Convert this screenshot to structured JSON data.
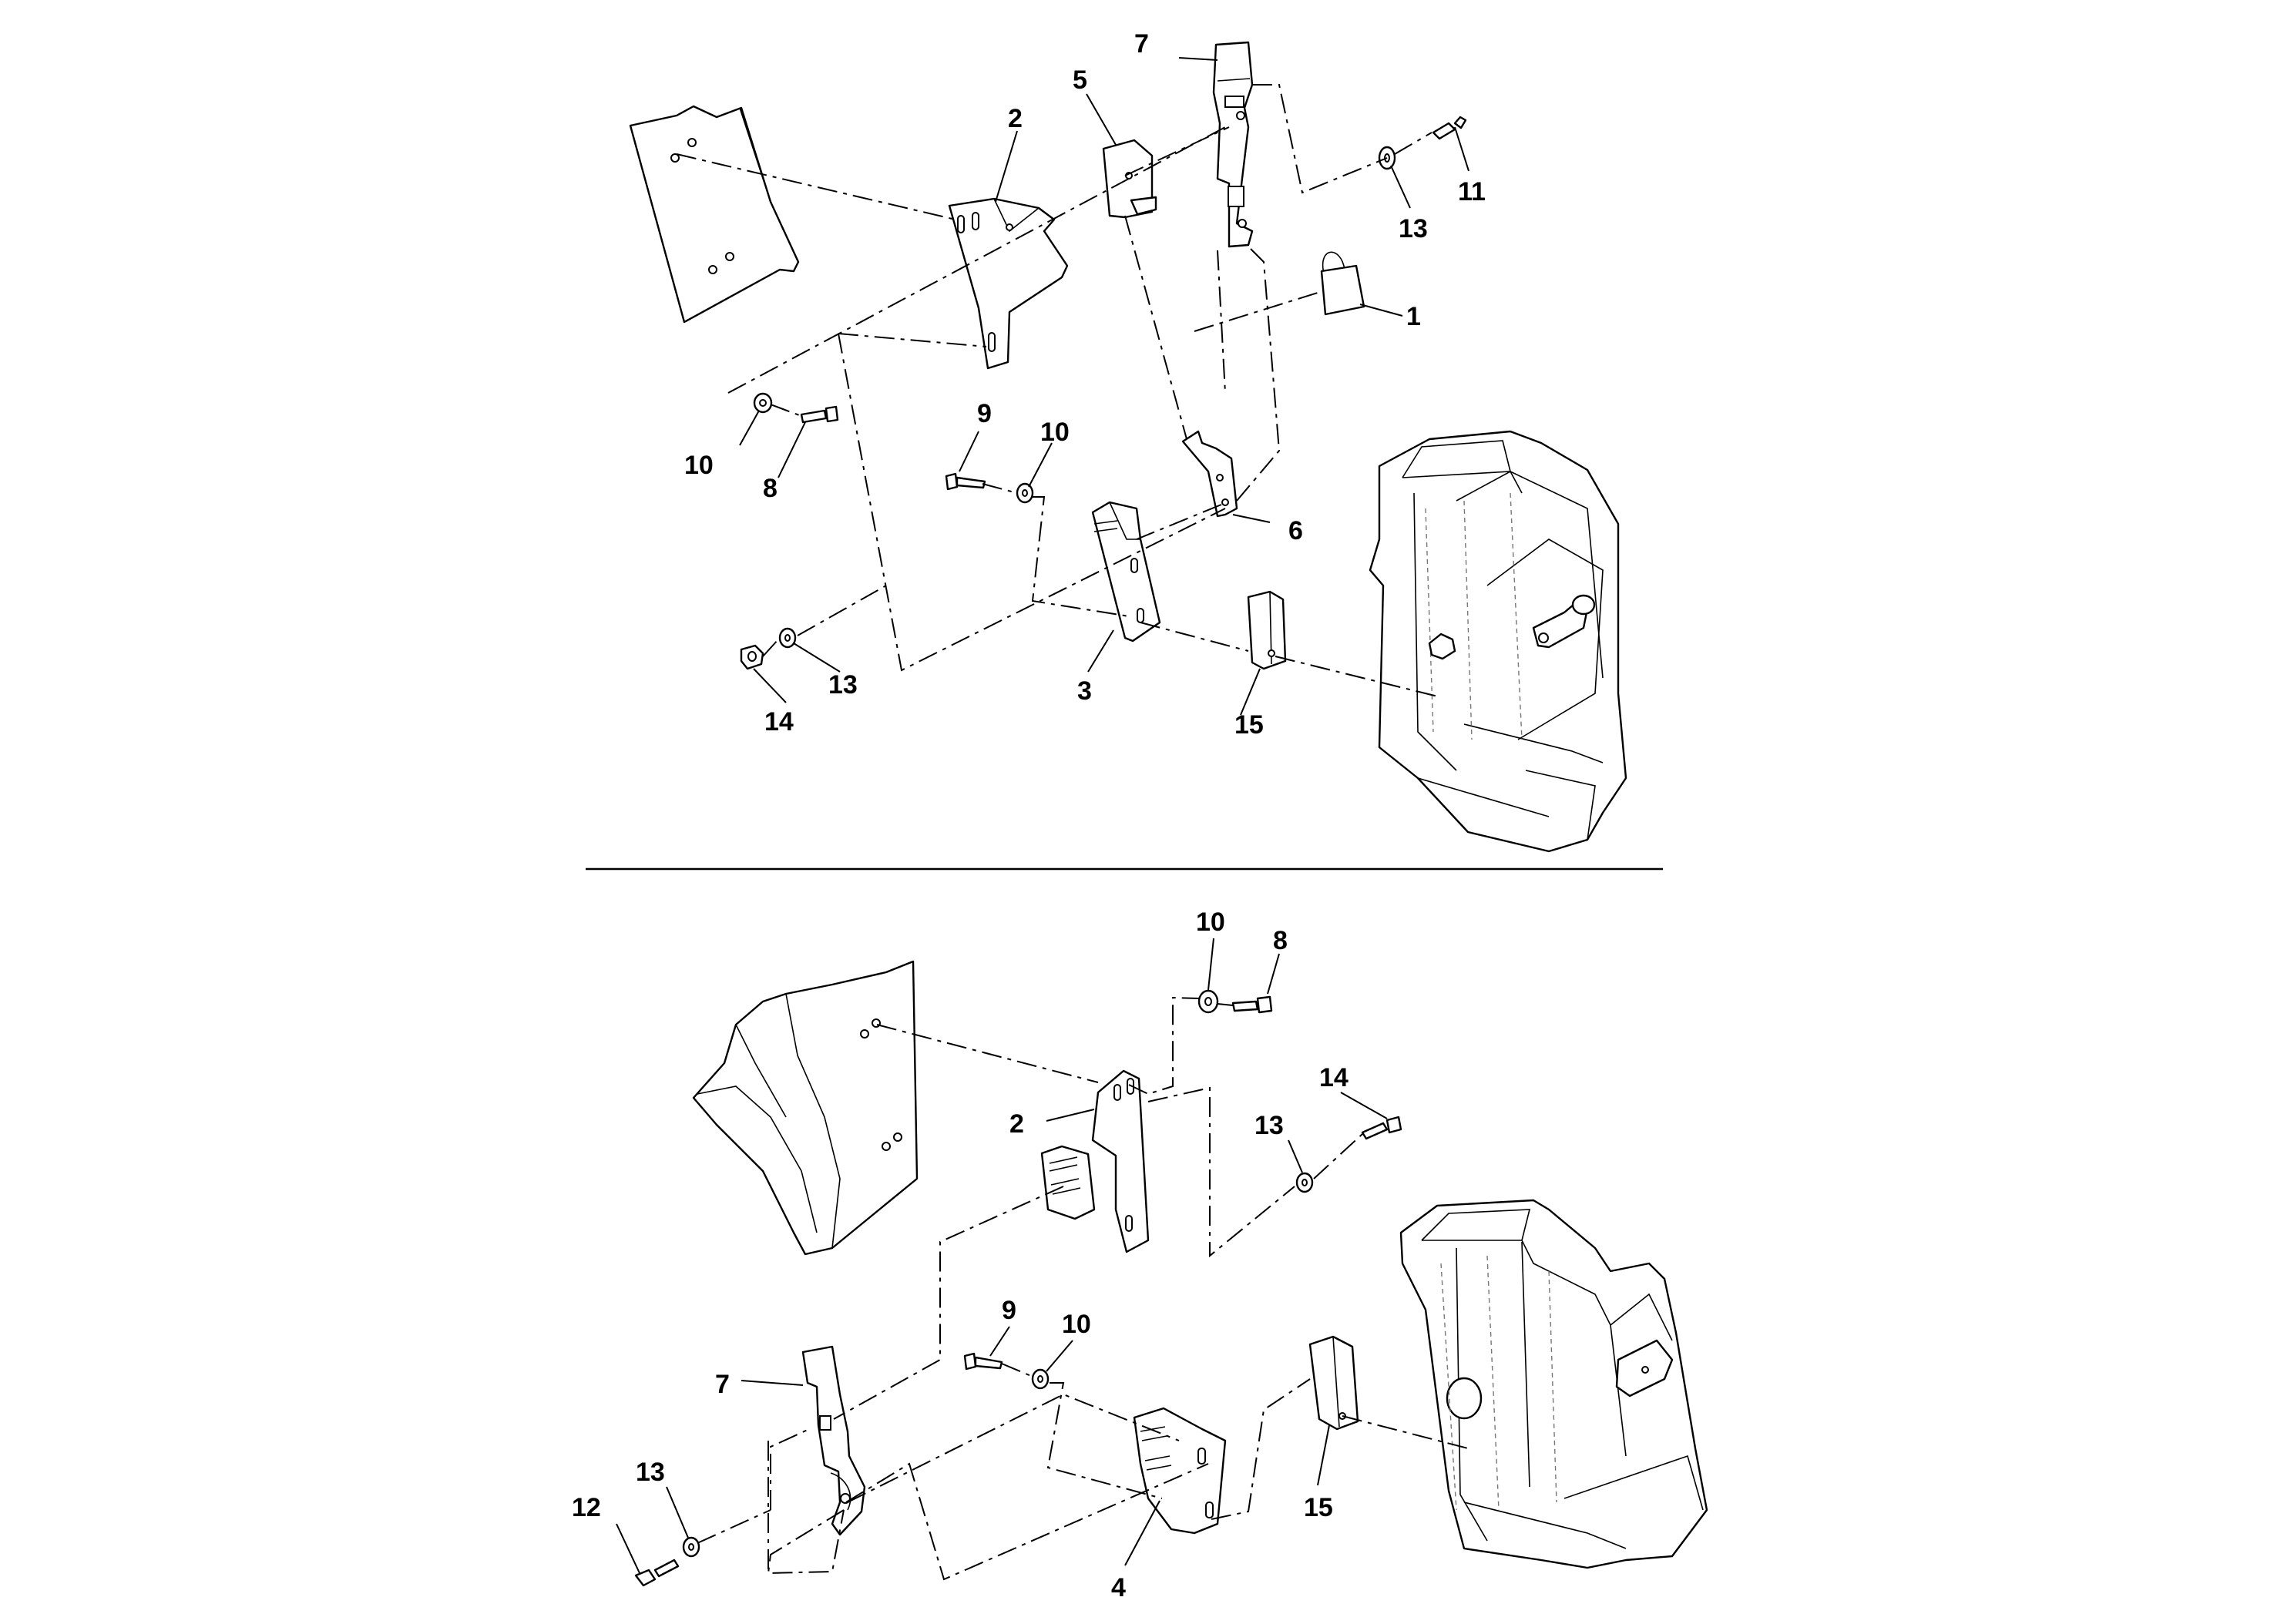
{
  "upper_view": {
    "callouts": [
      {
        "id": "u1",
        "text": "1"
      },
      {
        "id": "u2",
        "text": "2"
      },
      {
        "id": "u3",
        "text": "3"
      },
      {
        "id": "u5",
        "text": "5"
      },
      {
        "id": "u6",
        "text": "6"
      },
      {
        "id": "u7",
        "text": "7"
      },
      {
        "id": "u8",
        "text": "8"
      },
      {
        "id": "u9",
        "text": "9"
      },
      {
        "id": "u10a",
        "text": "10"
      },
      {
        "id": "u10b",
        "text": "10"
      },
      {
        "id": "u11",
        "text": "11"
      },
      {
        "id": "u13a",
        "text": "13"
      },
      {
        "id": "u13b",
        "text": "13"
      },
      {
        "id": "u14",
        "text": "14"
      },
      {
        "id": "u15",
        "text": "15"
      }
    ]
  },
  "lower_view": {
    "callouts": [
      {
        "id": "l2",
        "text": "2"
      },
      {
        "id": "l4",
        "text": "4"
      },
      {
        "id": "l7",
        "text": "7"
      },
      {
        "id": "l8",
        "text": "8"
      },
      {
        "id": "l9",
        "text": "9"
      },
      {
        "id": "l10a",
        "text": "10"
      },
      {
        "id": "l10b",
        "text": "10"
      },
      {
        "id": "l12",
        "text": "12"
      },
      {
        "id": "l13a",
        "text": "13"
      },
      {
        "id": "l13b",
        "text": "13"
      },
      {
        "id": "l14",
        "text": "14"
      },
      {
        "id": "l15",
        "text": "15"
      }
    ]
  }
}
